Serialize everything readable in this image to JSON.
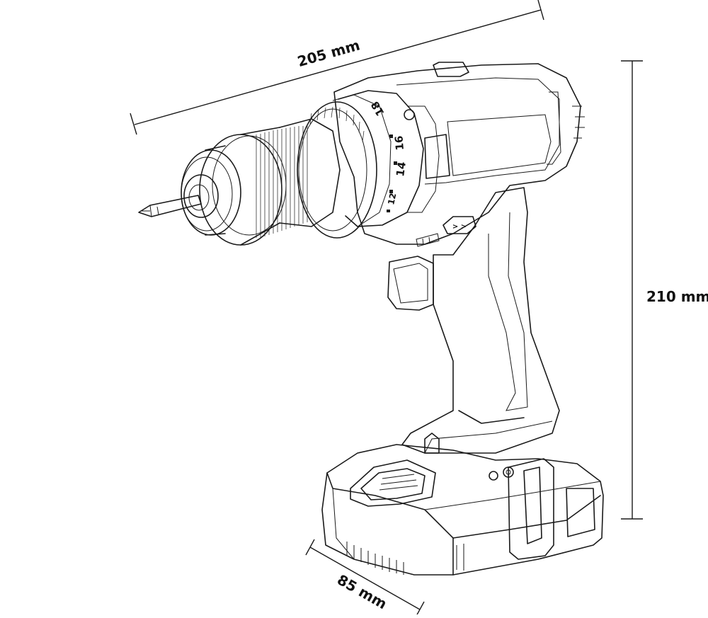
{
  "dimensions": {
    "length": "205 mm",
    "height": "210 mm",
    "width": "85 mm"
  },
  "torque_dial": {
    "marks": [
      "12",
      "14",
      "16",
      "18"
    ]
  },
  "direction_switch": {
    "symbol": "> >"
  }
}
